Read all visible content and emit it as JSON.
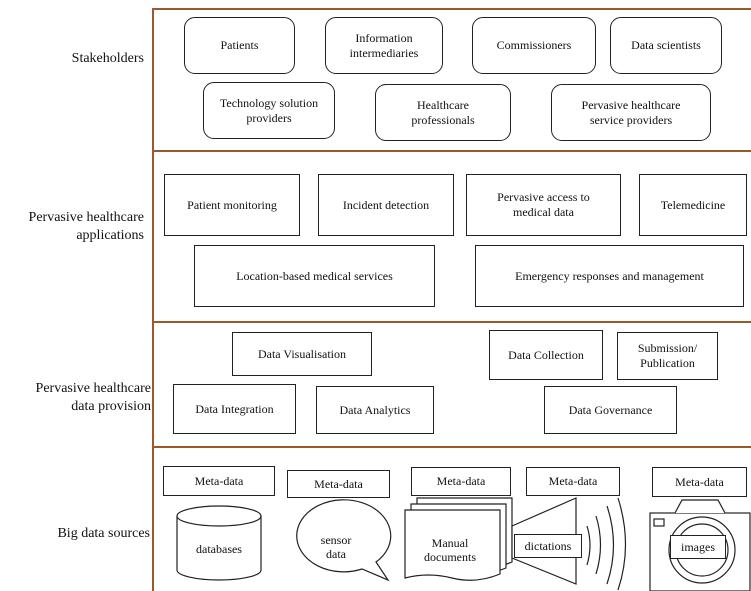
{
  "layers": [
    {
      "label": "Stakeholders"
    },
    {
      "label": "Pervasive healthcare\napplications"
    },
    {
      "label": "Pervasive healthcare\ndata provision"
    },
    {
      "label": "Big data sources"
    }
  ],
  "stakeholders": {
    "patients": "Patients",
    "info_intermediaries": "Information\nintermediaries",
    "commissioners": "Commissioners",
    "data_scientists": "Data scientists",
    "tech_providers": "Technology solution\nproviders",
    "healthcare_pros": "Healthcare\nprofessionals",
    "service_providers": "Pervasive healthcare\nservice providers"
  },
  "applications": {
    "patient_monitoring": "Patient monitoring",
    "incident_detection": "Incident detection",
    "pervasive_access": "Pervasive access to\nmedical data",
    "telemedicine": "Telemedicine",
    "location_services": "Location-based medical services",
    "emergency": "Emergency responses and management"
  },
  "provision": {
    "visualisation": "Data Visualisation",
    "collection": "Data Collection",
    "submission": "Submission/\nPublication",
    "integration": "Data Integration",
    "analytics": "Data Analytics",
    "governance": "Data Governance"
  },
  "sources": {
    "meta": [
      "Meta-data",
      "Meta-data",
      "Meta-data",
      "Meta-data",
      "Meta-data"
    ],
    "databases": "databases",
    "sensor": "sensor\ndata",
    "manual": "Manual\ndocuments",
    "dictations": "dictations",
    "images": "images"
  },
  "colors": {
    "layer_border": "#9c5a2c",
    "box_border": "#222222"
  }
}
